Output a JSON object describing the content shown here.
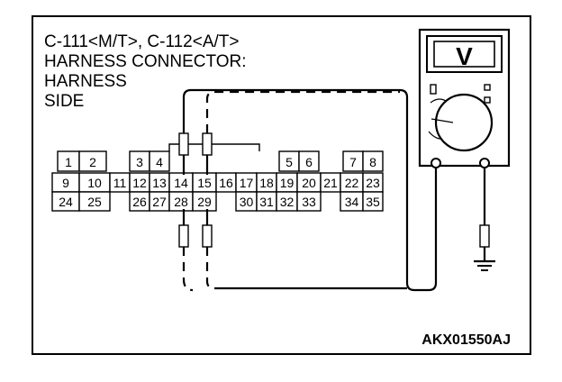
{
  "title_lines": [
    "C-111<M/T>, C-112<A/T>",
    "HARNESS CONNECTOR:",
    "HARNESS",
    "SIDE"
  ],
  "figure_code": "AKX01550AJ",
  "meter_symbol": "V",
  "connector": {
    "row1": [
      "1",
      "2",
      "3",
      "4",
      "5",
      "6",
      "7",
      "8"
    ],
    "row2": [
      "9",
      "10",
      "11",
      "12",
      "13",
      "14",
      "15",
      "16",
      "17",
      "18",
      "19",
      "20",
      "21",
      "22",
      "23"
    ],
    "row3": [
      "24",
      "25",
      "26",
      "27",
      "28",
      "29",
      "30",
      "31",
      "32",
      "33",
      "34",
      "35"
    ]
  },
  "icons": [
    "voltmeter-icon",
    "ground-symbol-icon",
    "resistor-icon"
  ]
}
